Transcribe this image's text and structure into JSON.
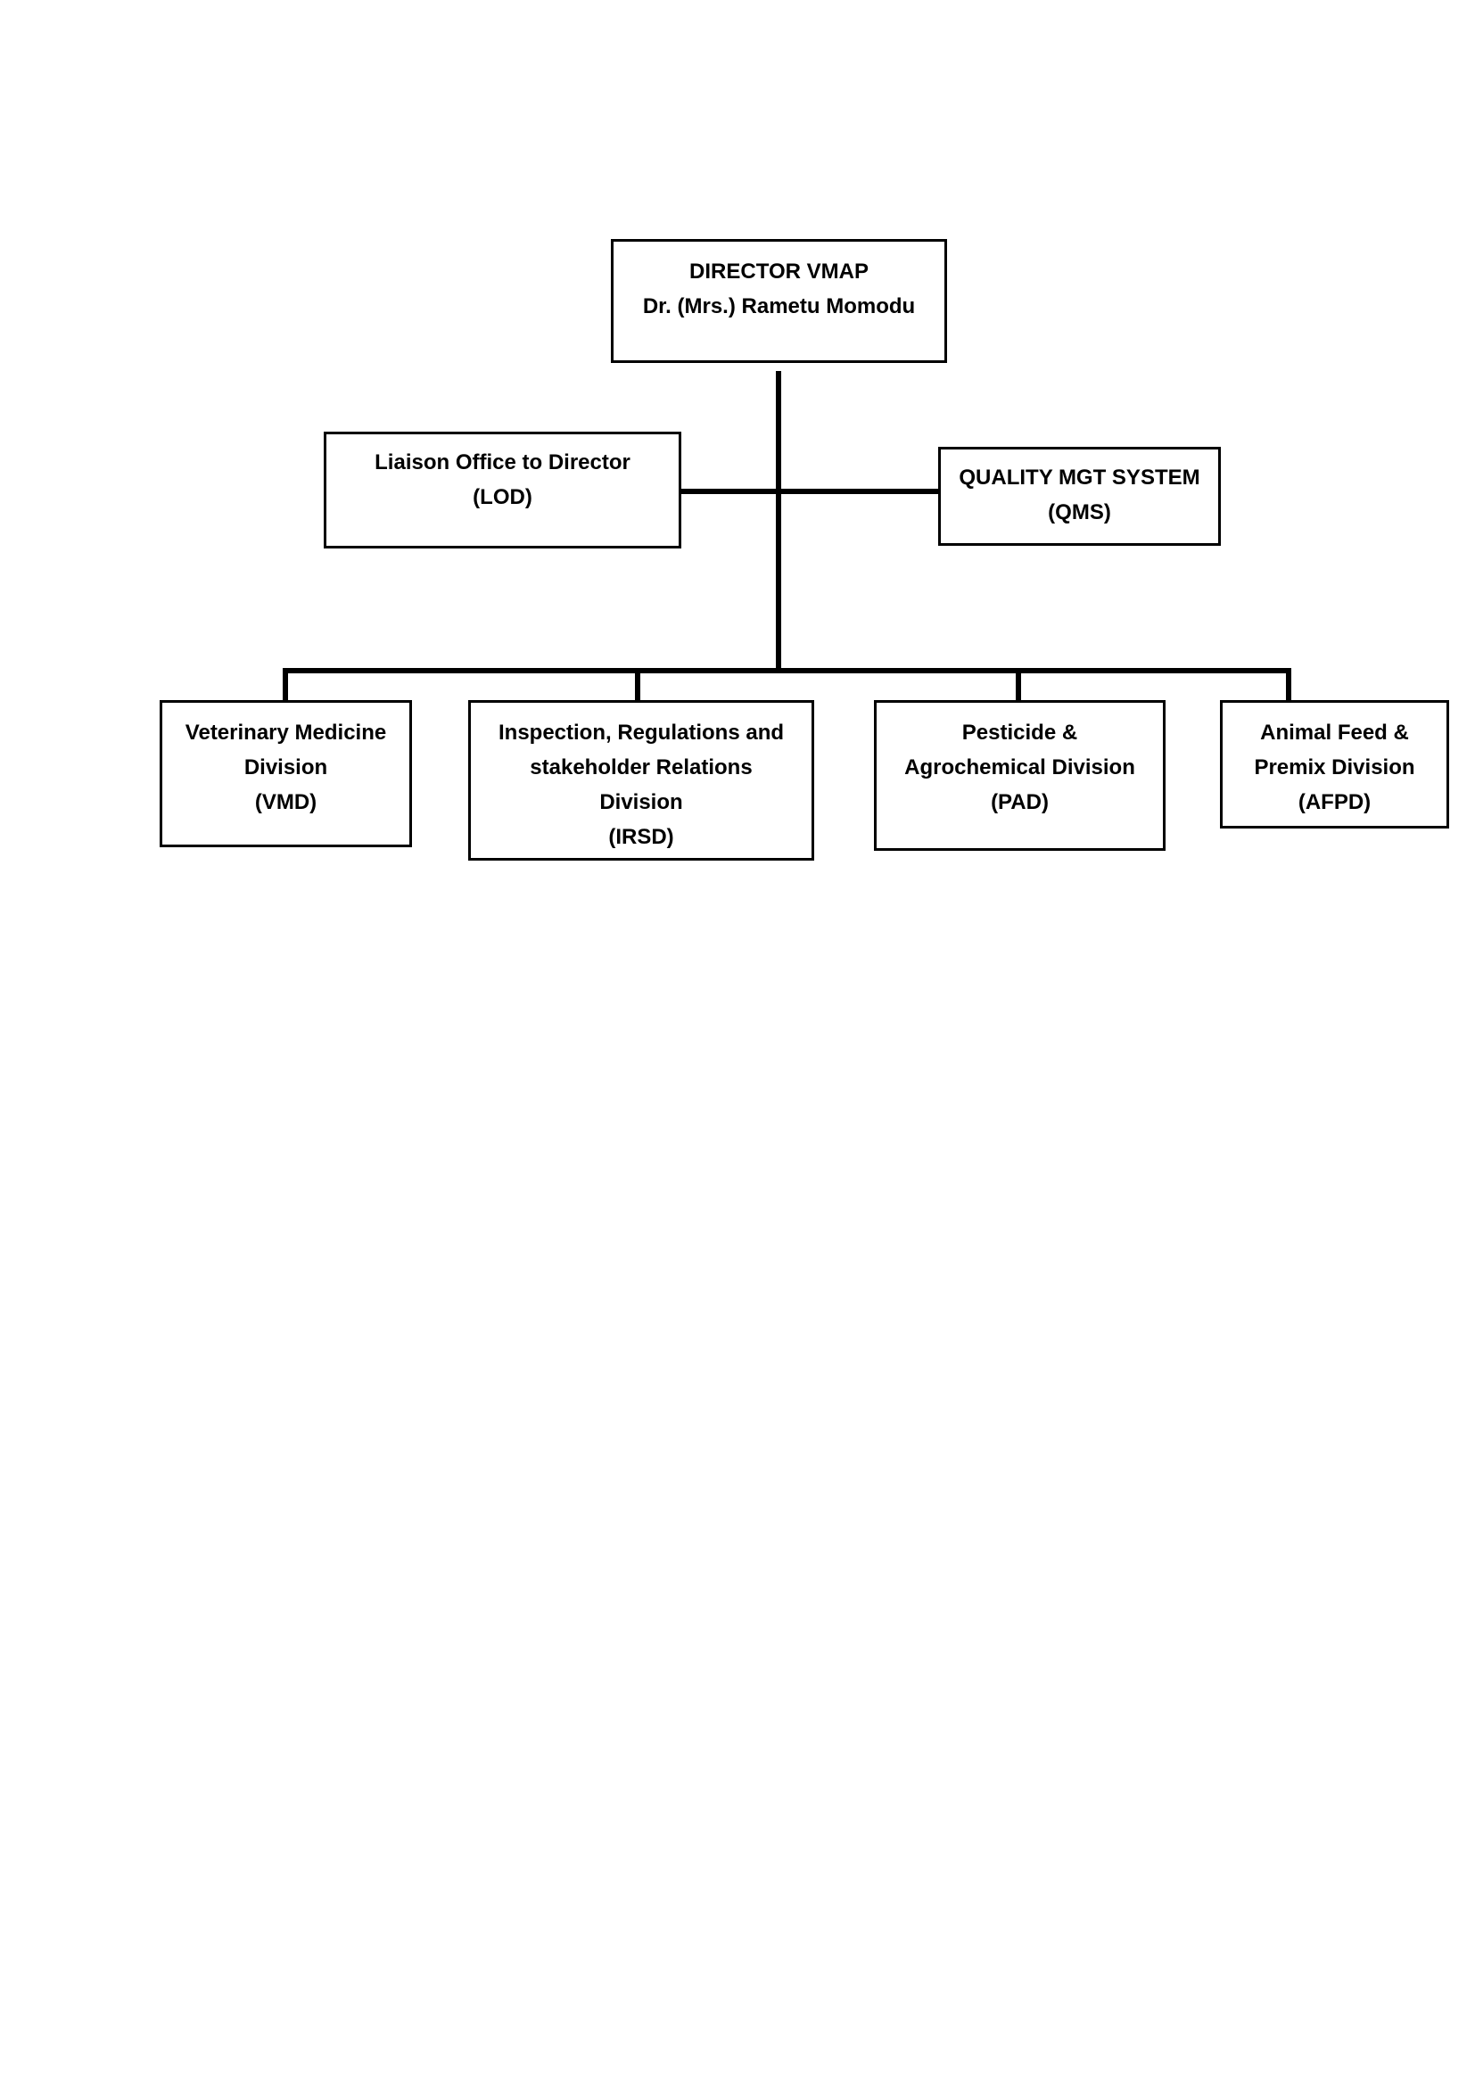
{
  "colors": {
    "line": "#000000",
    "box_border": "#000000",
    "background": "#ffffff"
  },
  "director": {
    "line1": "DIRECTOR VMAP",
    "line2": "Dr. (Mrs.) Rametu Momodu"
  },
  "lod": {
    "line1": "Liaison Office to Director",
    "line2": "(LOD)"
  },
  "qms": {
    "line1": "QUALITY MGT SYSTEM",
    "line2": "(QMS)"
  },
  "divisions": [
    {
      "lines": [
        "Veterinary Medicine",
        "Division",
        "(VMD)"
      ]
    },
    {
      "lines": [
        "Inspection, Regulations and",
        "stakeholder Relations",
        "Division",
        "(IRSD)"
      ]
    },
    {
      "lines": [
        "Pesticide &",
        "Agrochemical Division",
        "(PAD)"
      ]
    },
    {
      "lines": [
        "Animal Feed &",
        "Premix Division",
        "(AFPD)"
      ]
    }
  ]
}
